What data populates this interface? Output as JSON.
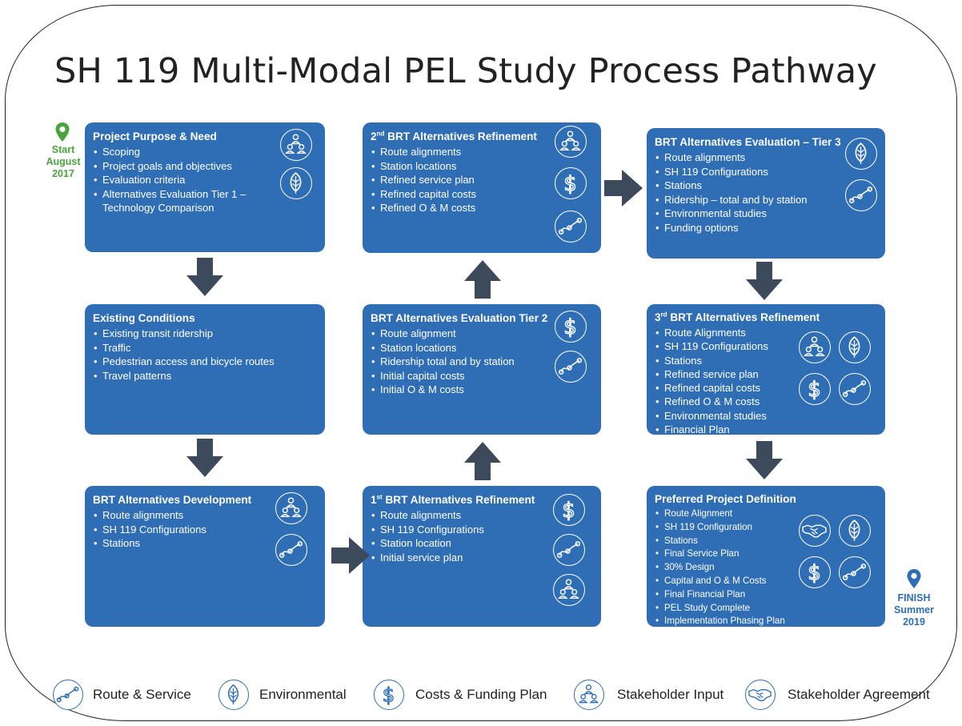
{
  "title": "SH 119 Multi-Modal PEL Study Process Pathway",
  "start": {
    "l1": "Start",
    "l2": "August",
    "l3": "2017",
    "color": "#4aa43c"
  },
  "finish": {
    "l1": "FINISH",
    "l2": "Summer",
    "l3": "2019",
    "color": "#2f6eb5"
  },
  "colors": {
    "box": "#2f6eb5",
    "arrow": "#3d4a5c"
  },
  "boxes": {
    "purpose": {
      "title": "Project Purpose & Need",
      "items": [
        "Scoping",
        "Project goals and objectives",
        "Evaluation criteria",
        "Alternatives Evaluation Tier 1 – Technology Comparison"
      ]
    },
    "existing": {
      "title": "Existing Conditions",
      "items": [
        "Existing transit ridership",
        "Traffic",
        "Pedestrian access and bicycle routes",
        "Travel patterns"
      ]
    },
    "development": {
      "title": "BRT Alternatives Development",
      "items": [
        "Route alignments",
        "SH 119 Configurations",
        "Stations"
      ]
    },
    "refine1": {
      "ord": "1",
      "ord_sup": "st",
      "title": " BRT Alternatives Refinement",
      "items": [
        "Route alignments",
        "SH 119 Configurations",
        "Station location",
        "Initial service plan"
      ]
    },
    "tier2": {
      "title": "BRT Alternatives Evaluation Tier 2",
      "items": [
        "Route alignment",
        "Station locations",
        "Ridership total and by station",
        "Initial capital costs",
        "Initial O & M costs"
      ]
    },
    "refine2": {
      "ord": "2",
      "ord_sup": "nd",
      "title": " BRT Alternatives Refinement",
      "items": [
        "Route alignments",
        "Station locations",
        "Refined service plan",
        "Refined capital costs",
        "Refined O & M costs"
      ]
    },
    "tier3": {
      "title": "BRT Alternatives Evaluation – Tier 3",
      "items": [
        "Route alignments",
        "SH 119 Configurations",
        "Stations",
        "Ridership – total and by station",
        "Environmental studies",
        "Funding options"
      ]
    },
    "refine3": {
      "ord": "3",
      "ord_sup": "rd",
      "title": " BRT Alternatives Refinement",
      "items": [
        "Route Alignments",
        "SH 119 Configurations",
        "Stations",
        "Refined service plan",
        "Refined capital costs",
        "Refined O & M costs",
        "Environmental studies",
        "Financial Plan"
      ]
    },
    "preferred": {
      "title": "Preferred Project Definition",
      "items": [
        "Route Alignment",
        "SH 119 Configuration",
        "Stations",
        "Final Service Plan",
        "30% Design",
        "Capital and O & M Costs",
        "Final Financial Plan",
        "PEL Study Complete",
        "Implementation Phasing Plan"
      ]
    }
  },
  "legend": [
    {
      "icon": "route-icon",
      "label": "Route & Service"
    },
    {
      "icon": "leaf-icon",
      "label": "Environmental"
    },
    {
      "icon": "dollar-icon",
      "label": "Costs & Funding Plan"
    },
    {
      "icon": "stakeholder-icon",
      "label": "Stakeholder Input"
    },
    {
      "icon": "handshake-icon",
      "label": "Stakeholder Agreement"
    }
  ]
}
